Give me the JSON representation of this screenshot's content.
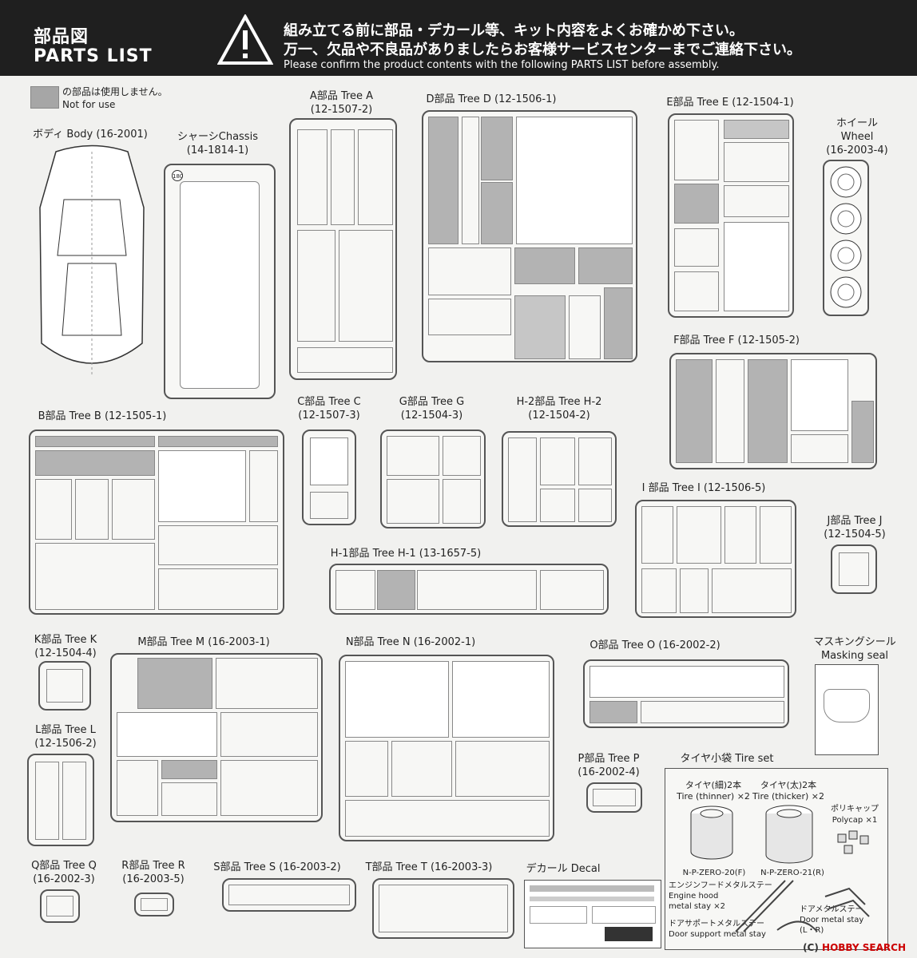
{
  "header": {
    "title_jp": "部品図",
    "title_en": "PARTS LIST",
    "warn_jp_1": "組み立てる前に部品・デカール等、キット内容をよくお確かめ下さい。",
    "warn_jp_2": "万一、欠品や不良品がありましたらお客様サービスセンターまでご連絡下さい。",
    "warn_en": "Please confirm the product contents with the following PARTS LIST before assembly.",
    "warn_icon": "warning-triangle-icon"
  },
  "legend": {
    "jp": "の部品は使用しません。",
    "en": "Not for use",
    "swatch_color": "#a6a6a6"
  },
  "parts": {
    "body": {
      "l1": "ボディ Body (16-2001)"
    },
    "chassis": {
      "l1": "シャーシChassis",
      "l2": "(14-1814-1)"
    },
    "a": {
      "l1": "A部品 Tree A",
      "l2": "(12-1507-2)"
    },
    "d": {
      "l1": "D部品 Tree D (12-1506-1)"
    },
    "e": {
      "l1": "E部品 Tree E (12-1504-1)"
    },
    "wheel": {
      "l1": "ホイール",
      "l2": "Wheel",
      "l3": "(16-2003-4)"
    },
    "f": {
      "l1": "F部品 Tree F (12-1505-2)"
    },
    "b": {
      "l1": "B部品 Tree B (12-1505-1)"
    },
    "c": {
      "l1": "C部品 Tree C",
      "l2": "(12-1507-3)"
    },
    "g": {
      "l1": "G部品 Tree G",
      "l2": "(12-1504-3)"
    },
    "h2": {
      "l1": "H-2部品 Tree H-2",
      "l2": "(12-1504-2)"
    },
    "i": {
      "l1": "I 部品 Tree I (12-1506-5)"
    },
    "j": {
      "l1": "J部品 Tree J",
      "l2": "(12-1504-5)"
    },
    "h1": {
      "l1": "H-1部品 Tree H-1 (13-1657-5)"
    },
    "k": {
      "l1": "K部品 Tree K",
      "l2": "(12-1504-4)"
    },
    "m": {
      "l1": "M部品 Tree M (16-2003-1)"
    },
    "n": {
      "l1": "N部品 Tree N (16-2002-1)"
    },
    "o": {
      "l1": "O部品 Tree O (16-2002-2)"
    },
    "masking": {
      "l1": "マスキングシール",
      "l2": "Masking seal"
    },
    "l": {
      "l1": "L部品 Tree L",
      "l2": "(12-1506-2)"
    },
    "p": {
      "l1": "P部品 Tree P",
      "l2": "(16-2002-4)"
    },
    "tire": {
      "l1": "タイヤ小袋 Tire set",
      "thin_jp": "タイヤ(細)2本",
      "thin_en": "Tire (thinner) ×2",
      "thin_code": "N-P-ZERO-20(F)",
      "thick_jp": "タイヤ(太)2本",
      "thick_en": "Tire (thicker) ×2",
      "thick_code": "N-P-ZERO-21(R)",
      "poly_jp": "ポリキャップ",
      "poly_en": "Polycap ×1",
      "hood_jp": "エンジンフードメタルステー",
      "hood_en1": "Engine hood",
      "hood_en2": "metal stay ×2",
      "door_jp": "ドアメタルステー",
      "door_en1": "Door metal stay",
      "door_en2": "(L・R)",
      "support_jp": "ドアサポートメタルステー",
      "support_en": "Door support metal stay"
    },
    "q": {
      "l1": "Q部品 Tree Q",
      "l2": "(16-2002-3)"
    },
    "r": {
      "l1": "R部品 Tree R",
      "l2": "(16-2003-5)"
    },
    "s": {
      "l1": "S部品 Tree S (16-2003-2)"
    },
    "t": {
      "l1": "T部品 Tree T (16-2003-3)"
    },
    "decal": {
      "l1": "デカール Decal"
    }
  },
  "watermark": {
    "brand": "HOBBY SEARCH",
    "copyright": "(C)"
  }
}
